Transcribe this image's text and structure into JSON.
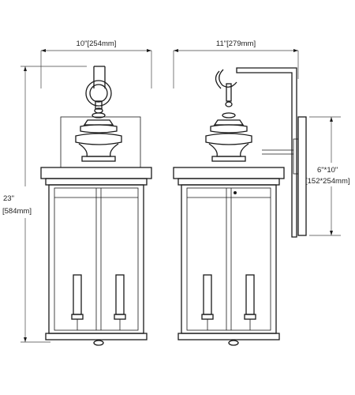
{
  "dimensions": {
    "front_width": "10\"[254mm]",
    "side_depth": "11\"[279mm]",
    "height_imperial": "23\"",
    "height_metric": "[584mm]",
    "backplate_imperial": "6\"*10\"",
    "backplate_metric": "[152*254mm]"
  }
}
